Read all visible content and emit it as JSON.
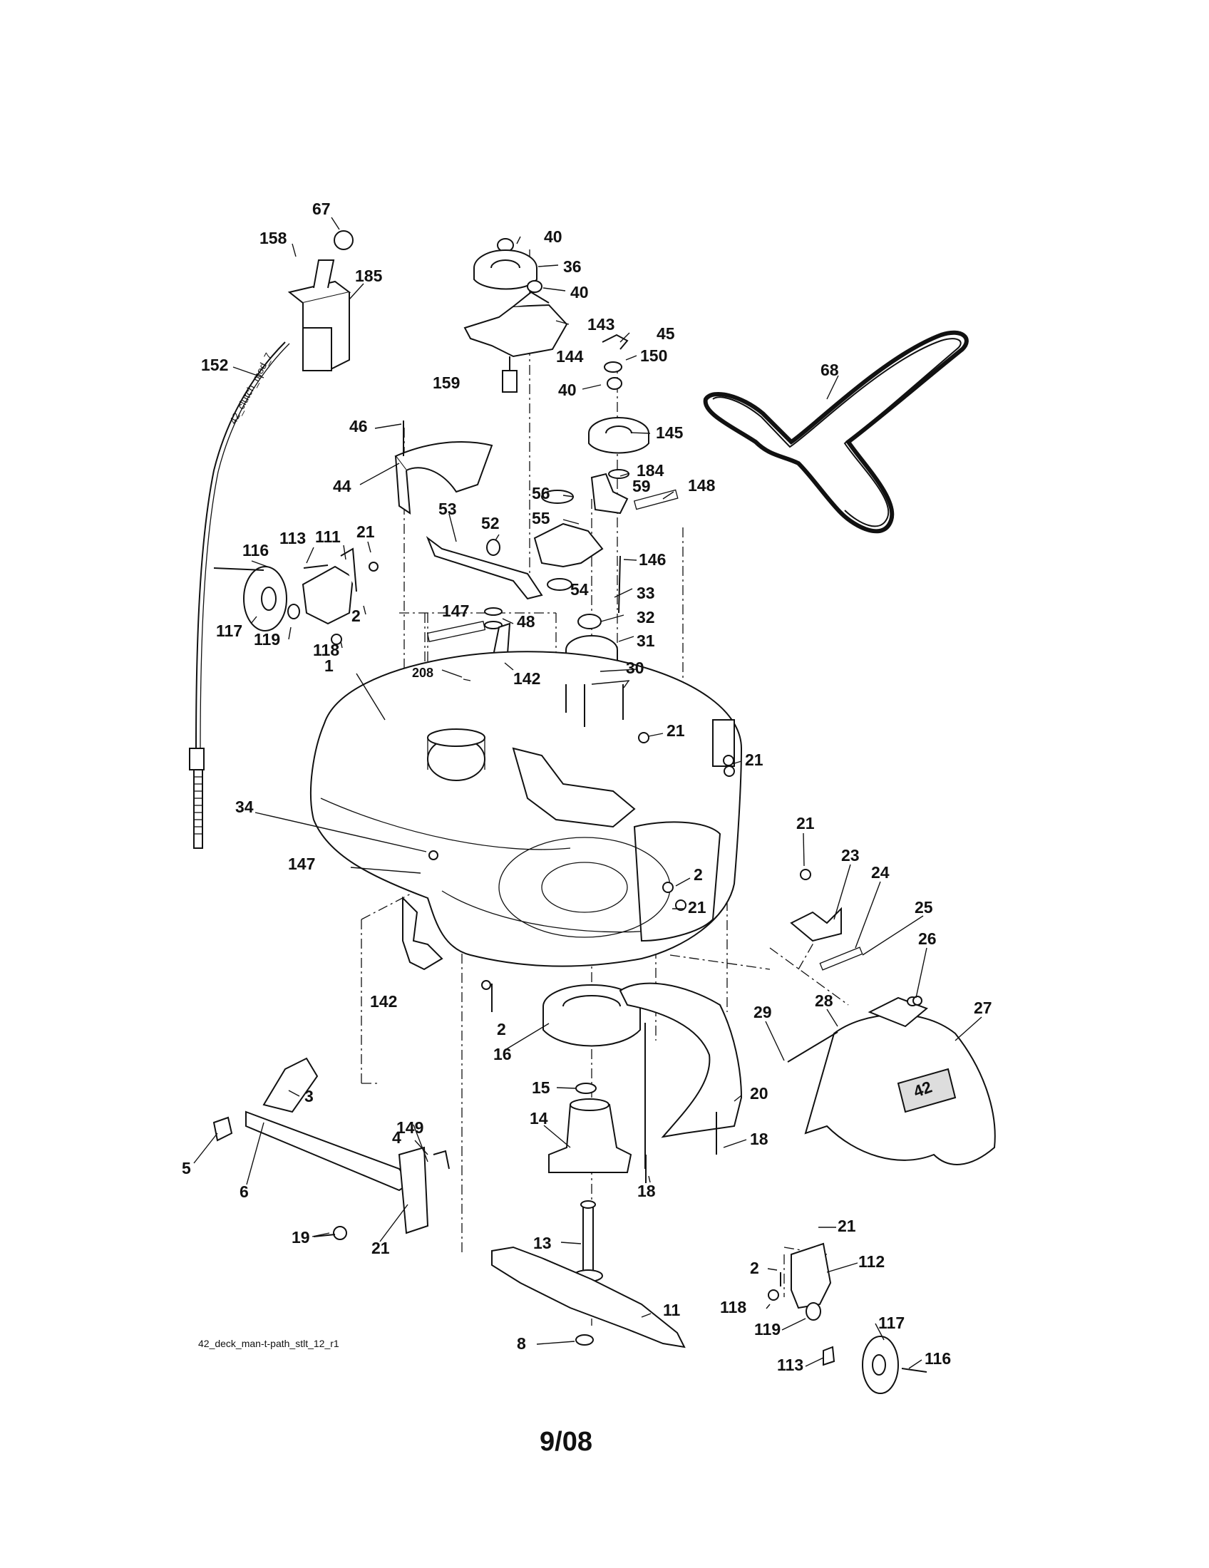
{
  "drawing": {
    "ref_code": "42_deck_man-t-path_stlt_12_r1",
    "page_label": "9/08",
    "cable_text": "42_clutch_mod_7",
    "deck_badge": "42"
  },
  "callouts": [
    "67",
    "158",
    "185",
    "152",
    "46",
    "44",
    "116",
    "113",
    "111",
    "21",
    "117",
    "119",
    "2",
    "118",
    "40",
    "36",
    "40",
    "143",
    "45",
    "144",
    "150",
    "159",
    "40",
    "145",
    "184",
    "59",
    "148",
    "56",
    "55",
    "53",
    "52",
    "146",
    "54",
    "33",
    "48",
    "147",
    "32",
    "31",
    "142",
    "30",
    "208",
    "1",
    "21",
    "21",
    "34",
    "147",
    "2",
    "21",
    "21",
    "23",
    "24",
    "25",
    "26",
    "27",
    "28",
    "29",
    "142",
    "2",
    "16",
    "15",
    "20",
    "14",
    "18",
    "18",
    "3",
    "149",
    "4",
    "5",
    "6",
    "19",
    "21",
    "13",
    "11",
    "8",
    "21",
    "2",
    "112",
    "118",
    "119",
    "117",
    "113",
    "116",
    "68"
  ]
}
